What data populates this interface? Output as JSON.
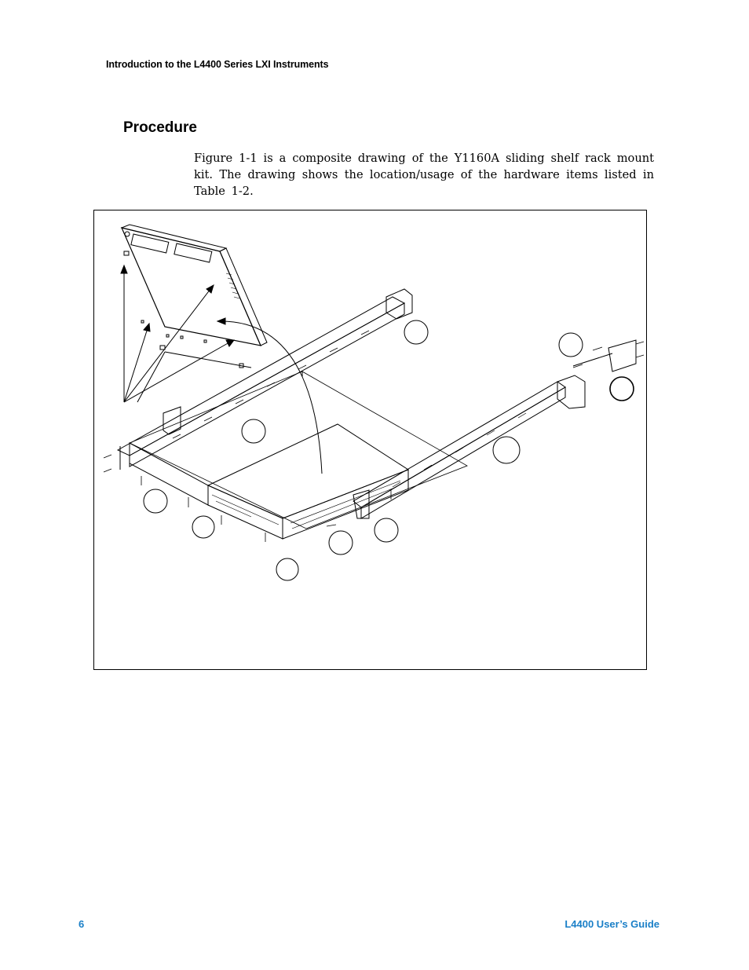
{
  "header": {
    "running_title": "Introduction to the L4400 Series LXI Instruments"
  },
  "section": {
    "title": "Procedure",
    "paragraph": "Figure 1-1 is a composite drawing of the Y1160A sliding shelf rack mount kit. The drawing shows the location/usage of the hardware items listed in Table 1-2."
  },
  "figure": {
    "description_icon": "rack-mount-kit-drawing"
  },
  "footer": {
    "page_number": "6",
    "guide_title": "L4400 User’s Guide",
    "accent_color": "#1a7fc7"
  }
}
